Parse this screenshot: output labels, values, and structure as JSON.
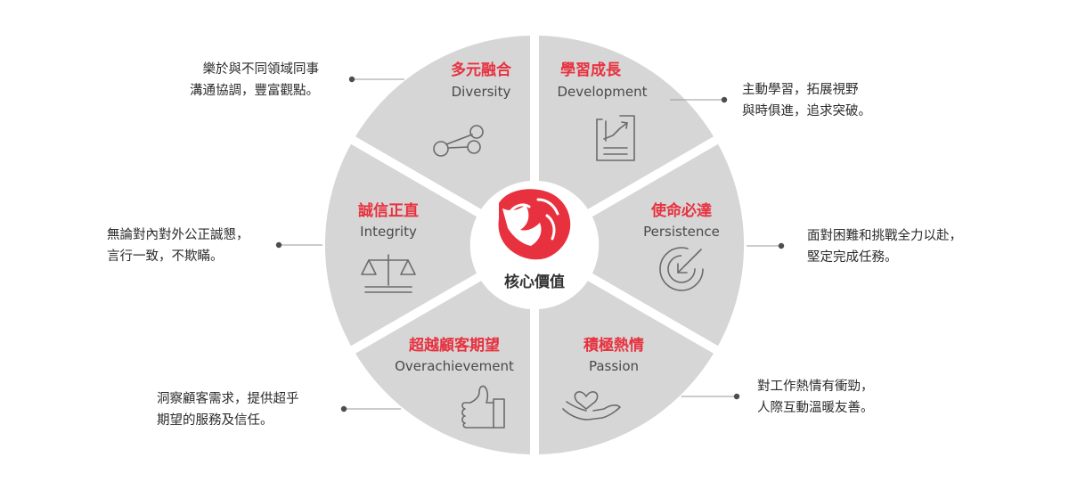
{
  "center": {
    "label": "核心價值",
    "logo": "lion-head-logo",
    "logo_color": "#e8313f"
  },
  "colors": {
    "segment_fill": "#d6d6d6",
    "title_red": "#e8313f",
    "text_dark": "#2b2b2b"
  },
  "values": [
    {
      "key": "diversity",
      "title": "多元融合",
      "subtitle": "Diversity",
      "icon": "network-nodes-icon",
      "description": [
        "樂於與不同領域同事",
        "溝通協調，豐富觀點。"
      ]
    },
    {
      "key": "development",
      "title": "學習成長",
      "subtitle": "Development",
      "icon": "growth-document-icon",
      "description": [
        "主動學習，拓展視野",
        "與時俱進，追求突破。"
      ]
    },
    {
      "key": "persistence",
      "title": "使命必達",
      "subtitle": "Persistence",
      "icon": "target-arrow-icon",
      "description": [
        "面對困難和挑戰全力以赴，",
        "堅定完成任務。"
      ]
    },
    {
      "key": "passion",
      "title": "積極熱情",
      "subtitle": "Passion",
      "icon": "heart-in-hand-icon",
      "description": [
        "對工作熱情有衝勁，",
        "人際互動溫暖友善。"
      ]
    },
    {
      "key": "overachievement",
      "title": "超越顧客期望",
      "subtitle": "Overachievement",
      "icon": "thumbs-up-icon",
      "description": [
        "洞察顧客需求，提供超乎",
        "期望的服務及信任。"
      ]
    },
    {
      "key": "integrity",
      "title": "誠信正直",
      "subtitle": "Integrity",
      "icon": "balance-scale-icon",
      "description": [
        "無論對內對外公正誠懇，",
        "言行一致，不欺瞞。"
      ]
    }
  ]
}
